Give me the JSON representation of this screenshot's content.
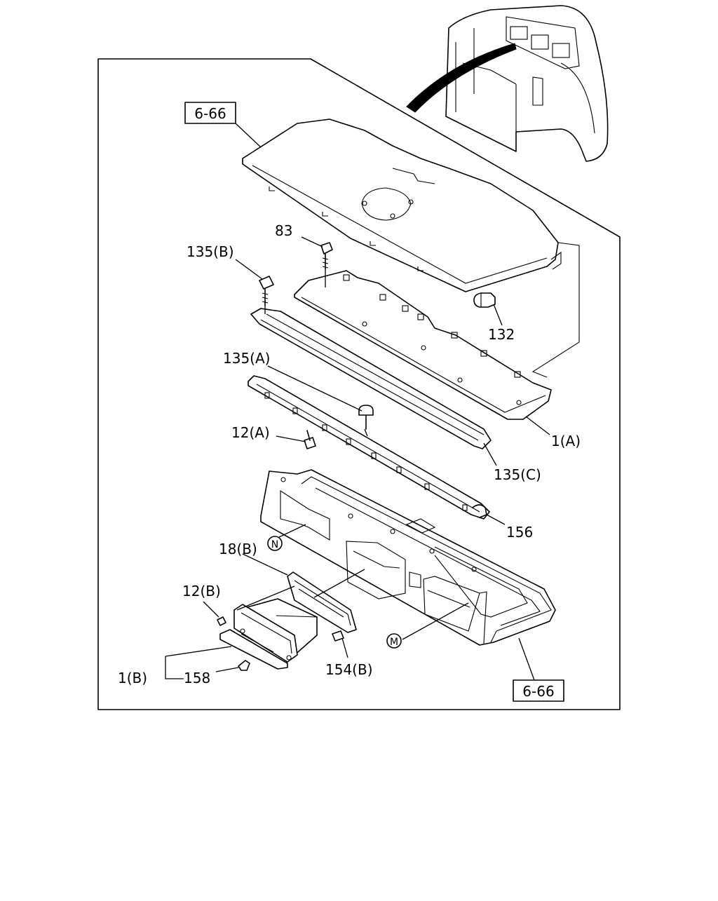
{
  "labels": {
    "ref_top": "6-66",
    "ref_bottom": "6-66",
    "p83": "83",
    "p135b": "135(B)",
    "p132": "132",
    "p135a": "135(A)",
    "p12a": "12(A)",
    "p1a": "1(A)",
    "p135c": "135(C)",
    "p156": "156",
    "p18b": "18(B)",
    "p12b": "12(B)",
    "p1b": "1(B)",
    "p158": "158",
    "p154b": "154(B)",
    "mark_n": "N",
    "mark_m": "M"
  }
}
